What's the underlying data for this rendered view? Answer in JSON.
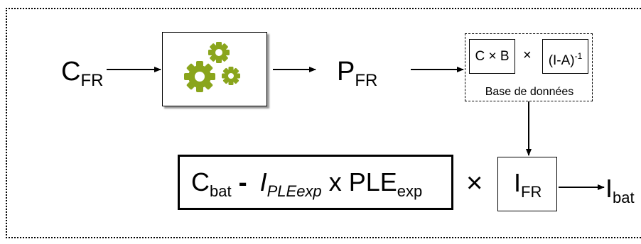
{
  "c_fr": {
    "base": "C",
    "sub": "FR"
  },
  "process_box": {
    "icon": "gears-icon",
    "color": "#8aa51c"
  },
  "p_fr": {
    "base": "P",
    "sub": "FR"
  },
  "database": {
    "left_term": "C × B",
    "times": "×",
    "right_term": "(I-A)",
    "right_exponent": "-1",
    "caption": "Base de données"
  },
  "main_expression": {
    "c_bat_base": "C",
    "c_bat_sub": "bat",
    "minus": "-",
    "i_ple_base": "I",
    "i_ple_sub": "PLEexp",
    "times": "x",
    "ple_base": "PLE",
    "ple_sub": "exp"
  },
  "multiply_symbol": "×",
  "i_fr": {
    "base": "I",
    "sub": "FR"
  },
  "i_bat": {
    "base": "I",
    "sub": "bat"
  }
}
